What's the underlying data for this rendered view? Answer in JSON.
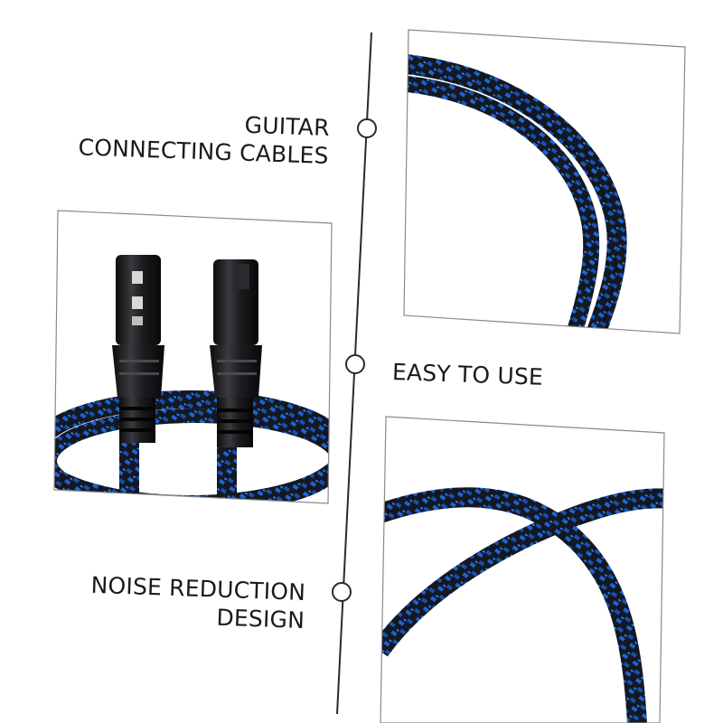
{
  "features": [
    {
      "lines": [
        "GUITAR",
        "CONNECTING CABLES"
      ]
    },
    {
      "lines": [
        "EASY TO USE"
      ]
    },
    {
      "lines": [
        "NOISE REDUCTION",
        "DESIGN"
      ]
    }
  ],
  "colors": {
    "cable_black": "#141820",
    "cable_blue": "#1d63d6",
    "connector_black": "#1b1b1d",
    "line": "#2a2a2a",
    "frame": "#8a8a8a"
  },
  "icons": [
    "xlr-female-connector-icon",
    "xlr-male-connector-icon"
  ]
}
